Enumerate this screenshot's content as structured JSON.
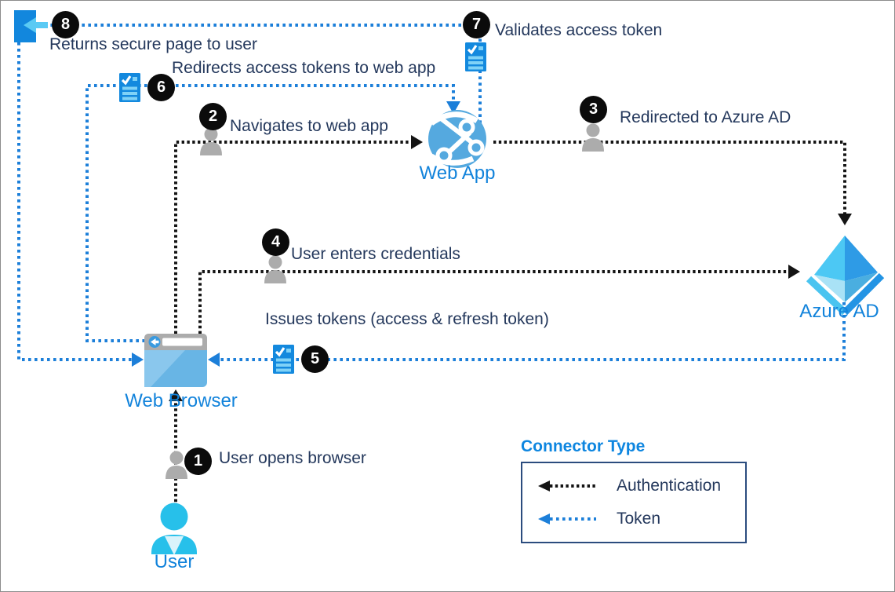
{
  "nodes": {
    "web_app": {
      "label": "Web App"
    },
    "azure_ad": {
      "label": "Azure AD"
    },
    "web_browser": {
      "label": "Web Browser"
    },
    "user": {
      "label": "User"
    }
  },
  "steps": [
    {
      "num": "1",
      "label": "User opens browser"
    },
    {
      "num": "2",
      "label": "Navigates to web app"
    },
    {
      "num": "3",
      "label": "Redirected to Azure AD"
    },
    {
      "num": "4",
      "label": "User enters credentials"
    },
    {
      "num": "5",
      "label": "Issues tokens (access & refresh token)"
    },
    {
      "num": "6",
      "label": "Redirects access tokens to web app"
    },
    {
      "num": "7",
      "label": "Validates access token"
    },
    {
      "num": "8",
      "label": "Returns secure page to user"
    }
  ],
  "legend": {
    "title": "Connector Type",
    "items": [
      {
        "label": "Authentication",
        "color": "#141414"
      },
      {
        "label": "Token",
        "color": "#1c7fd9"
      }
    ]
  },
  "colors": {
    "auth_line": "#141414",
    "token_line": "#1c7fd9",
    "step_text": "#24385c",
    "node_text": "#1283db"
  }
}
